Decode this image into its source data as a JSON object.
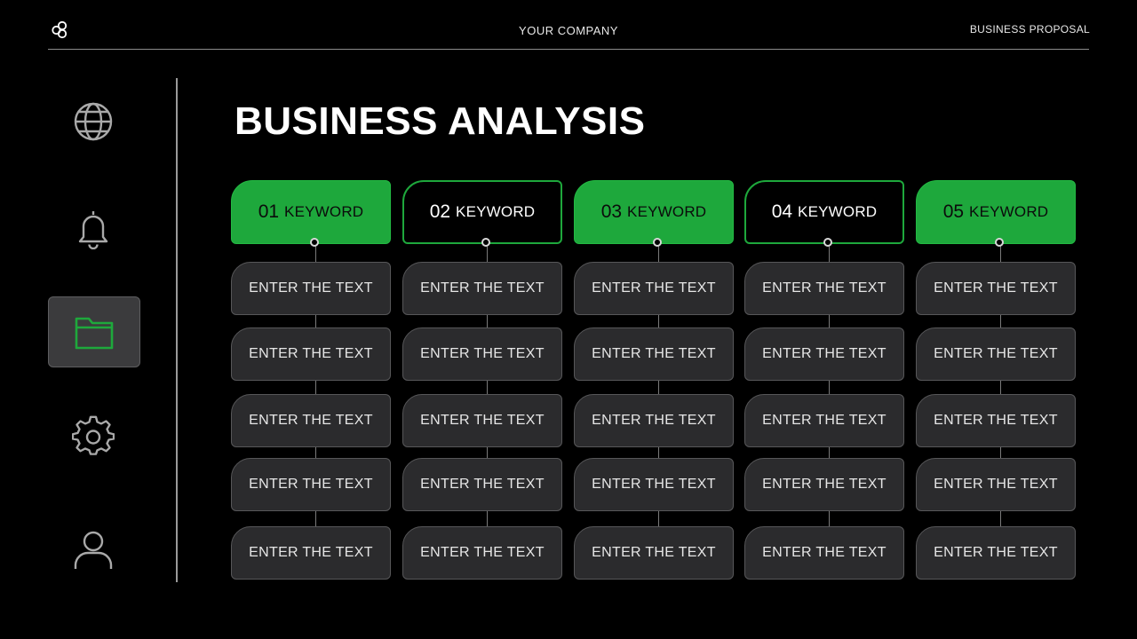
{
  "header": {
    "logo_icon": "overlapping-circles-logo",
    "company": "YOUR COMPANY",
    "doc_type": "BUSINESS PROPOSAL"
  },
  "sidebar": {
    "items": [
      {
        "icon": "globe-icon",
        "active": false
      },
      {
        "icon": "bell-icon",
        "active": false
      },
      {
        "icon": "folder-icon",
        "active": true
      },
      {
        "icon": "gear-icon",
        "active": false
      },
      {
        "icon": "user-icon",
        "active": false
      }
    ]
  },
  "main": {
    "title": "BUSINESS ANALYSIS",
    "columns": [
      {
        "num": "01",
        "keyword": "KEYWORD",
        "style": "green",
        "items": [
          "ENTER THE TEXT",
          "ENTER THE TEXT",
          "ENTER THE TEXT",
          "ENTER THE TEXT",
          "ENTER THE TEXT"
        ]
      },
      {
        "num": "02",
        "keyword": "KEYWORD",
        "style": "dark",
        "items": [
          "ENTER THE TEXT",
          "ENTER THE TEXT",
          "ENTER THE TEXT",
          "ENTER THE TEXT",
          "ENTER THE TEXT"
        ]
      },
      {
        "num": "03",
        "keyword": "KEYWORD",
        "style": "green",
        "items": [
          "ENTER THE TEXT",
          "ENTER THE TEXT",
          "ENTER THE TEXT",
          "ENTER THE TEXT",
          "ENTER THE TEXT"
        ]
      },
      {
        "num": "04",
        "keyword": "KEYWORD",
        "style": "dark",
        "items": [
          "ENTER THE TEXT",
          "ENTER THE TEXT",
          "ENTER THE TEXT",
          "ENTER THE TEXT",
          "ENTER THE TEXT"
        ]
      },
      {
        "num": "05",
        "keyword": "KEYWORD",
        "style": "green",
        "items": [
          "ENTER THE TEXT",
          "ENTER THE TEXT",
          "ENTER THE TEXT",
          "ENTER THE TEXT",
          "ENTER THE TEXT"
        ]
      }
    ]
  },
  "colors": {
    "accent": "#1ea83c",
    "cell_bg": "#2b2b2d",
    "background": "#000000"
  }
}
